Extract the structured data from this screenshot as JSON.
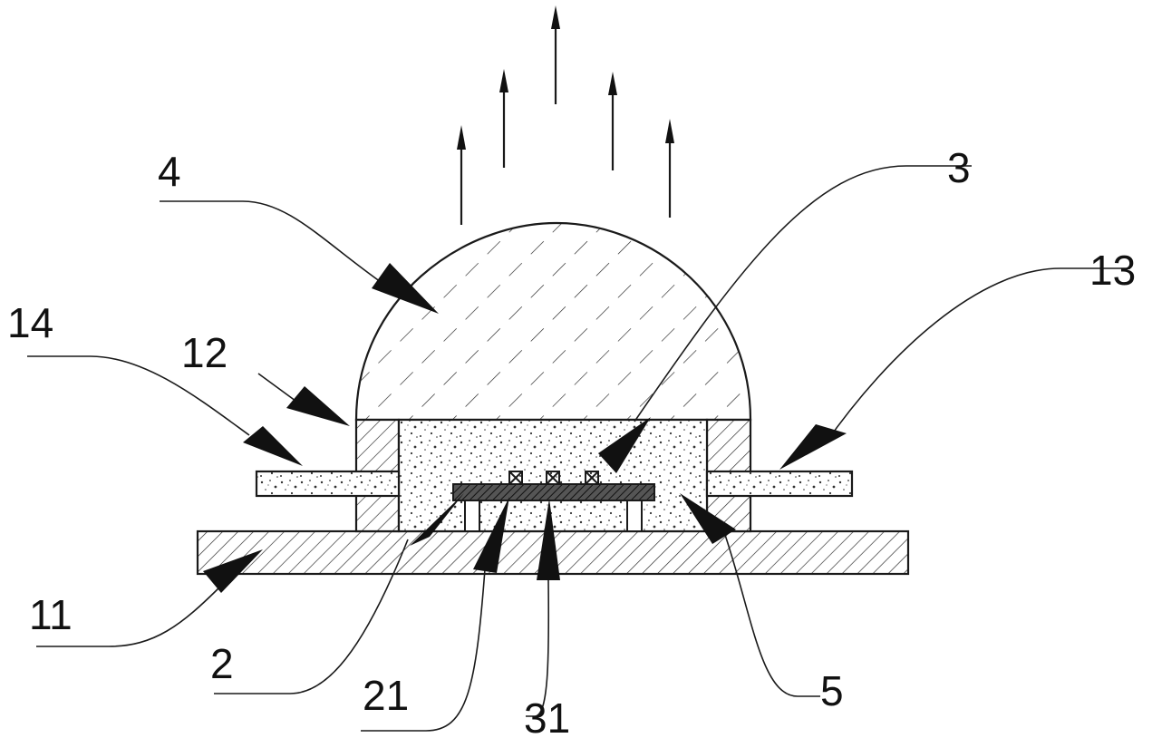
{
  "labels": {
    "lens": "4",
    "chip": "3",
    "outer_lead": "13",
    "inner_lead": "14",
    "housing": "12",
    "base": "11",
    "substrate": "2",
    "pad": "21",
    "wire": "31",
    "fill": "5"
  }
}
